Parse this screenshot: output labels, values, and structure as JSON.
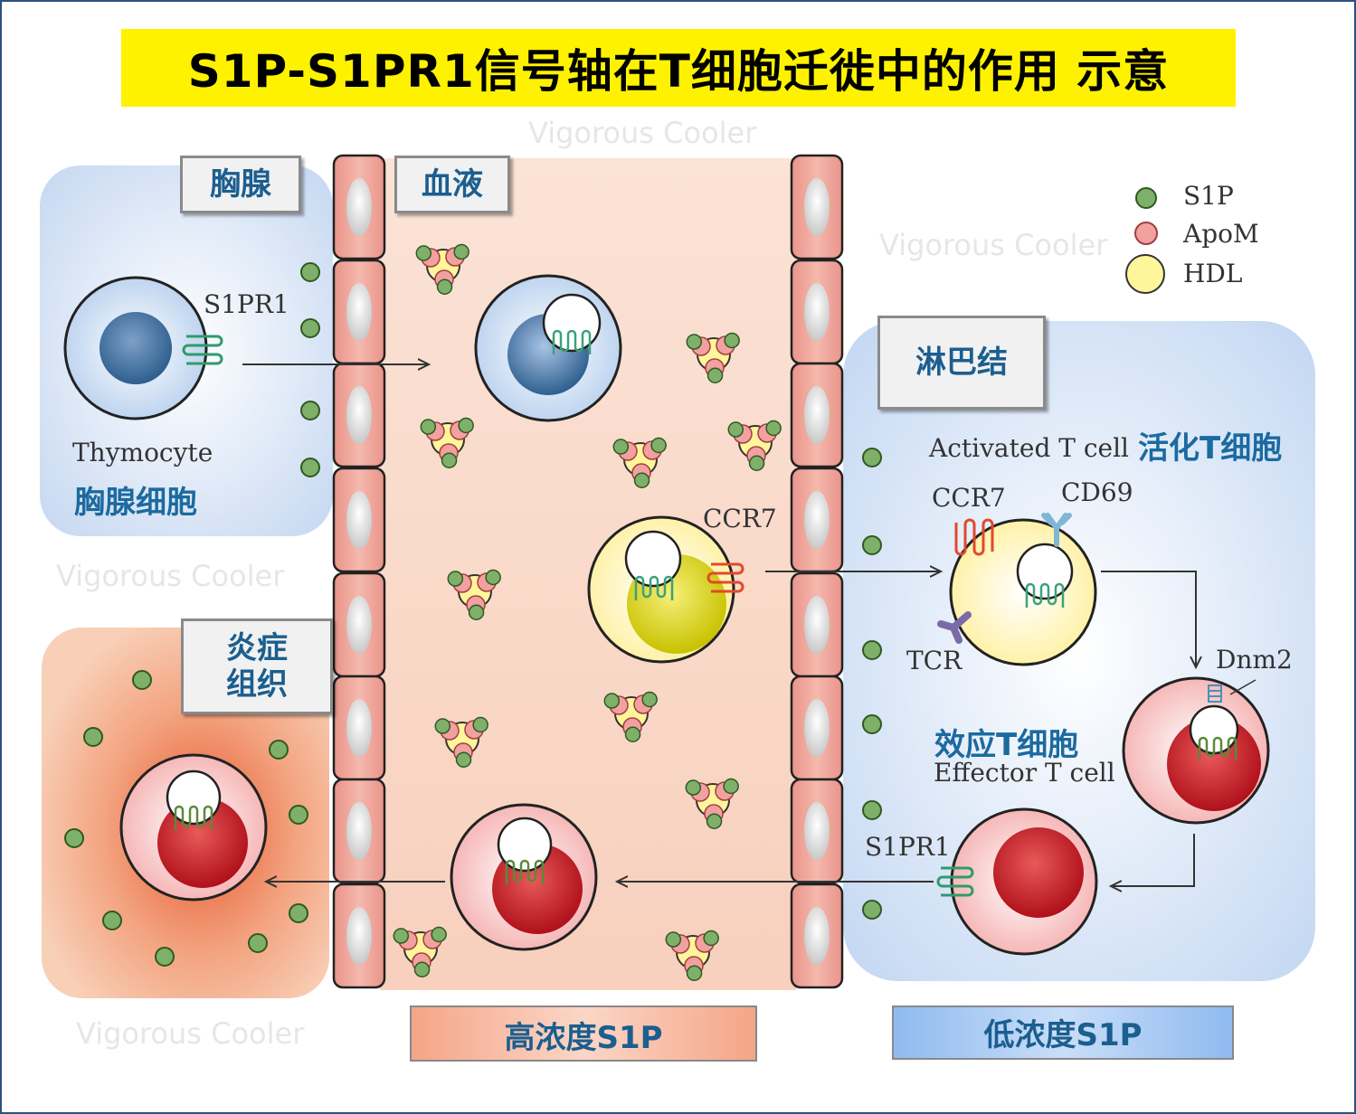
{
  "title": "S1P-S1PR1信号轴在T细胞迁徙中的作用 示意",
  "regions": {
    "thymus": "胸腺",
    "blood": "血液",
    "lymph_node": "淋巴结",
    "inflamed_tissue": "炎症\n组织"
  },
  "labels": {
    "s1pr1_thymus": "S1PR1",
    "thymocyte_en": "Thymocyte",
    "thymocyte_cn": "胸腺细胞",
    "ccr7_blood": "CCR7",
    "activated_en": "Activated T cell",
    "activated_cn": "活化T细胞",
    "ccr7_ln": "CCR7",
    "cd69": "CD69",
    "tcr": "TCR",
    "dnm2": "Dnm2",
    "effector_cn": "效应T细胞",
    "effector_en": "Effector T cell",
    "s1pr1_ln": "S1PR1"
  },
  "legend": {
    "s1p": "S1P",
    "apom": "ApoM",
    "hdl": "HDL"
  },
  "concentration": {
    "high": "高浓度S1P",
    "low": "低浓度S1P"
  },
  "watermark": "Vigorous Cooler",
  "colors": {
    "title_bg": "#fff200",
    "label_blue": "#1b6aa0",
    "s1p_green": "#7fb069",
    "apom_pink": "#f2a0a0",
    "hdl_yellow": "#fff59a",
    "blood_bg": "#f9d9c9",
    "lymph_bg": "#dbe8f8",
    "endothelial": "#eea596"
  }
}
